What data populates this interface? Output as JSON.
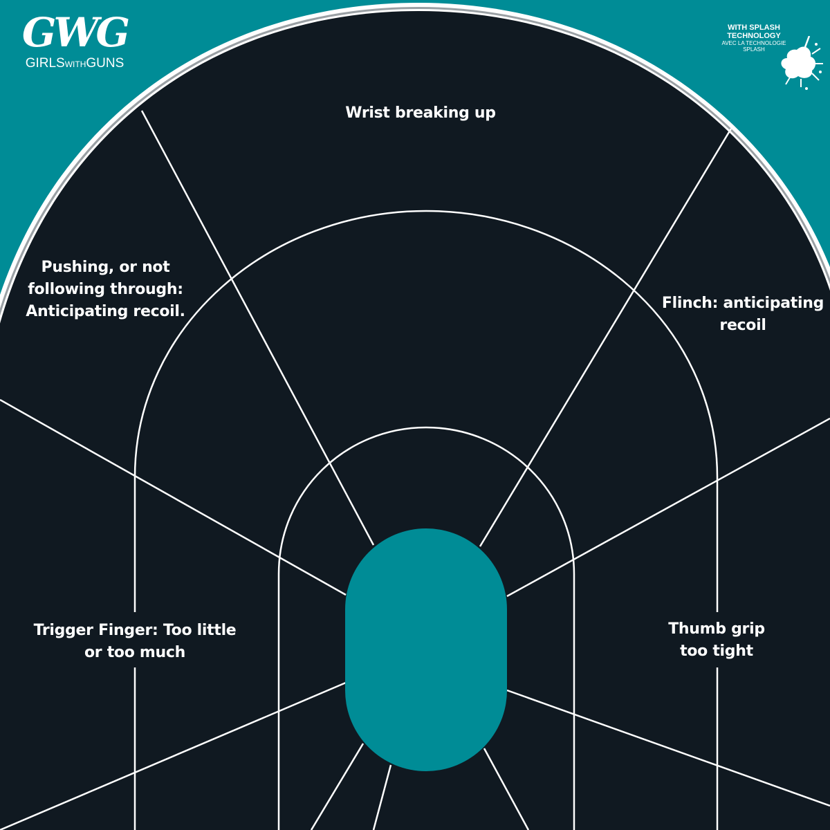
{
  "brand": {
    "logo_mark": "GWG",
    "name_part1": "GIRLS",
    "name_part2": "WITH",
    "name_part3": "GUNS"
  },
  "badge": {
    "line1": "WITH SPLASH",
    "line2": "TECHNOLOGY",
    "line3": "AVEC LA TECHNOLOGIE",
    "line4": "SPLASH",
    "icon": "paint-splash-icon"
  },
  "colors": {
    "background_teal": "#008c96",
    "target_dark": "#101921",
    "lines": "#ffffff",
    "center_fill": "#008c96"
  },
  "labels": {
    "top": "Wrist breaking up",
    "upper_left": "Pushing, or not\nfollowing through:\nAnticipating recoil.",
    "upper_right": "Flinch: anticipating\nrecoil",
    "left": "Trigger Finger: Too little\nor too much",
    "right": "Thumb grip\ntoo tight"
  }
}
